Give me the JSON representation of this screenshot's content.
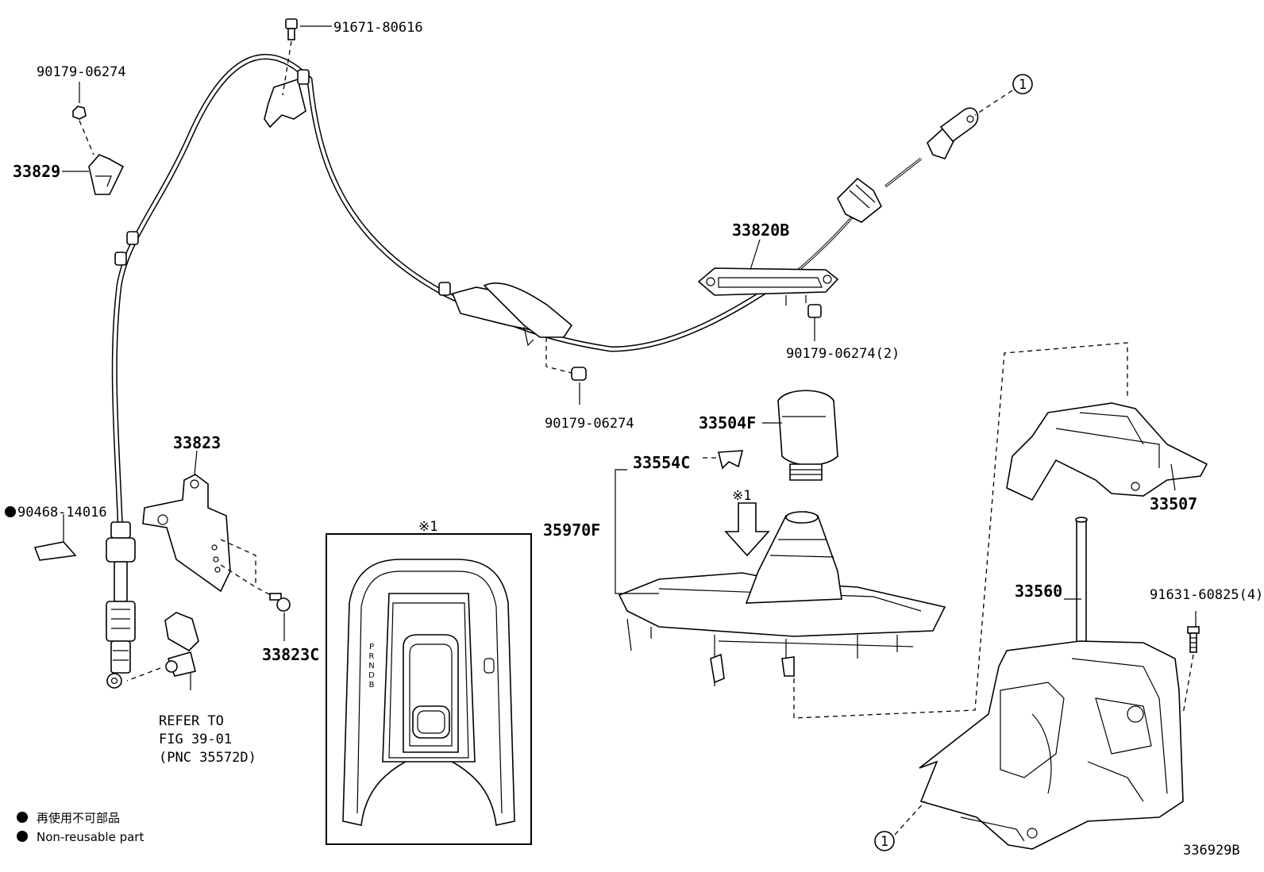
{
  "labels": {
    "p91671": "91671-80616",
    "p90179_top": "90179-06274",
    "p33829": "33829",
    "p33820b": "33820B",
    "p90179_2": "90179-06274(2)",
    "p90179_mid": "90179-06274",
    "p33823": "33823",
    "p90468": "90468-14016",
    "p33823c": "33823C",
    "p33504f": "33504F",
    "p33554c": "33554C",
    "p35970f": "35970F",
    "p33507": "33507",
    "p33560": "33560",
    "p91631": "91631-60825(4)",
    "refer_1": "REFER TO",
    "refer_2": "FIG 39-01",
    "refer_3": "(PNC 35572D)",
    "ref_mark_inset": "※1",
    "ref_mark_arrow": "※1",
    "circle_1": "1",
    "shift_pattern": [
      "P",
      "R",
      "N",
      "D",
      "B"
    ],
    "diagram_id": "336929B"
  },
  "legend": {
    "jp": "再使用不可部品",
    "en": "Non-reusable part"
  }
}
